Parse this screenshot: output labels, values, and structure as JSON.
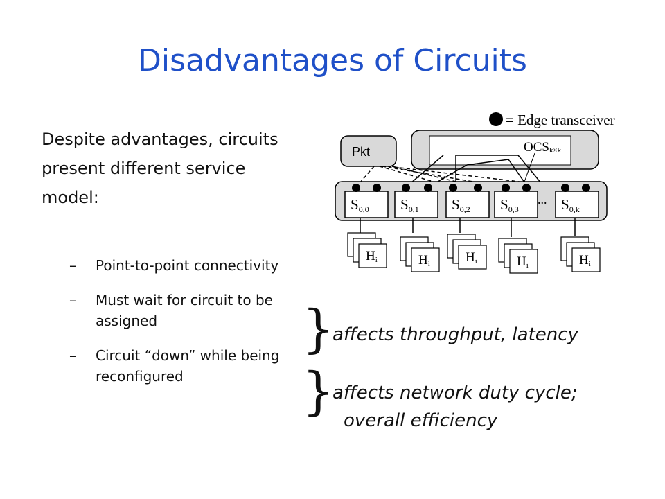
{
  "slide": {
    "title": "Disadvantages of Circuits",
    "intro": "Despite advantages, circuits present different service model:",
    "bullets": [
      "Point-to-point connectivity",
      "Must wait for circuit to be assigned",
      "Circuit “down” while being reconfigured"
    ],
    "bullet_marker": "–",
    "brace_glyph": "}",
    "note_1": "affects throughput, latency",
    "note_2_line1": "affects network duty cycle;",
    "note_2_line2": "overall efficiency"
  },
  "diagram": {
    "legend": "= Edge transceiver",
    "pkt_label": "Pkt",
    "ocs_label": "OCS",
    "ocs_subscript": "k×k",
    "ellipsis": "...",
    "switch_letter": "S",
    "switch_subscripts": [
      "0,0",
      "0,1",
      "0,2",
      "0,3",
      "0,k"
    ],
    "host_letter": "H",
    "host_subscript": "i",
    "colors": {
      "title": "#1f50c8",
      "panel": "#d9d9d9",
      "stroke": "#000000"
    }
  }
}
